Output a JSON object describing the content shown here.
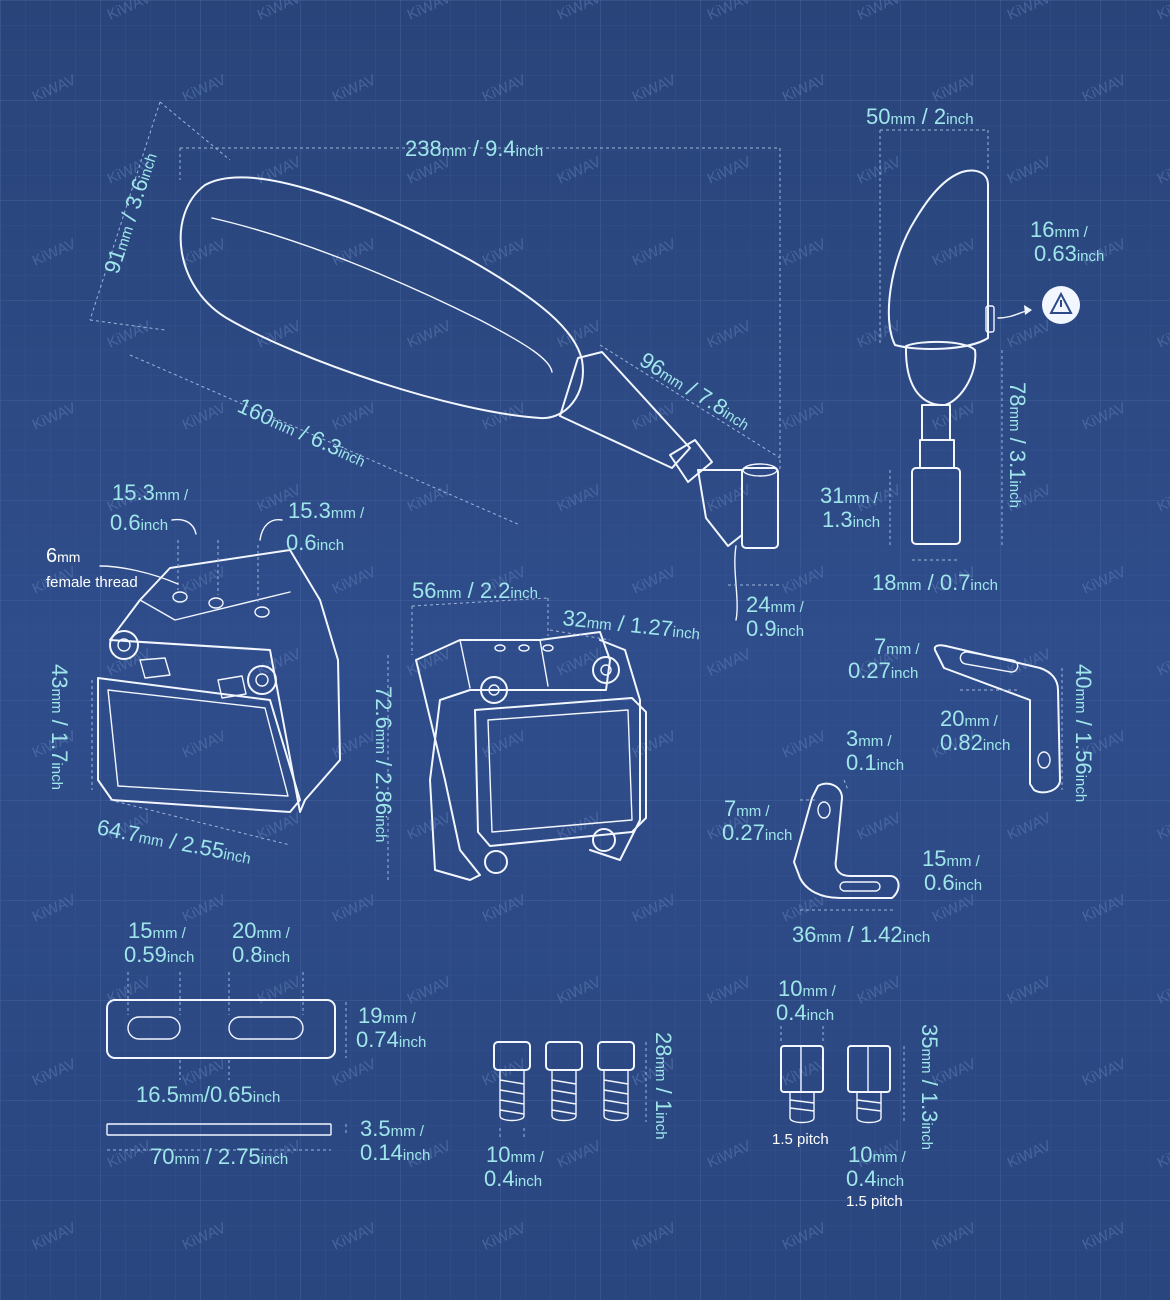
{
  "brand_watermark": "KiWAV",
  "colors": {
    "background": "#2d4a86",
    "grid": "#3d5c98",
    "outline": "#f2f6ff",
    "dimension_text": "#9ee6ea",
    "label_text": "#ffffff",
    "badge": "#f2f6ff"
  },
  "mirror_side": {
    "length": {
      "value": "238",
      "unit": "mm",
      "alt": "9.4",
      "alt_unit": "inch"
    },
    "height": {
      "value": "91",
      "unit": "mm",
      "alt": "3.6",
      "alt_unit": "inch"
    },
    "head_length": {
      "value": "160",
      "unit": "mm",
      "alt": "6.3",
      "alt_unit": "inch"
    },
    "stem_length": {
      "value": "96",
      "unit": "mm",
      "alt": "7.8",
      "alt_unit": "inch"
    },
    "base_width": {
      "value": "24",
      "unit": "mm",
      "alt": "0.9",
      "alt_unit": "inch"
    }
  },
  "mirror_front": {
    "width": {
      "value": "50",
      "unit": "mm",
      "alt": "2",
      "alt_unit": "inch"
    },
    "light": {
      "value": "16",
      "unit": "mm",
      "alt": "0.63",
      "alt_unit": "inch",
      "icon": "warning-icon"
    },
    "height": {
      "value": "78",
      "unit": "mm",
      "alt": "3.1",
      "alt_unit": "inch"
    },
    "base_height": {
      "value": "31",
      "unit": "mm",
      "alt": "1.3",
      "alt_unit": "inch"
    },
    "base_width": {
      "value": "18",
      "unit": "mm",
      "alt": "0.7",
      "alt_unit": "inch"
    }
  },
  "clamp_left": {
    "hole_spacing_a": {
      "value": "15.3",
      "unit": "mm",
      "alt": "0.6",
      "alt_unit": "inch"
    },
    "hole_spacing_b": {
      "value": "15.3",
      "unit": "mm",
      "alt": "0.6",
      "alt_unit": "inch"
    },
    "thread": {
      "value": "6",
      "unit": "mm",
      "label": "female thread"
    },
    "height": {
      "value": "43",
      "unit": "mm",
      "alt": "1.7",
      "alt_unit": "inch"
    },
    "width": {
      "value": "64.7",
      "unit": "mm",
      "alt": "2.55",
      "alt_unit": "inch"
    }
  },
  "clamp_center": {
    "width": {
      "value": "56",
      "unit": "mm",
      "alt": "2.2",
      "alt_unit": "inch"
    },
    "depth": {
      "value": "32",
      "unit": "mm",
      "alt": "1.27",
      "alt_unit": "inch"
    },
    "height": {
      "value": "72.6",
      "unit": "mm",
      "alt": "2.86",
      "alt_unit": "inch"
    }
  },
  "bracket_top": {
    "slot_width": {
      "value": "7",
      "unit": "mm",
      "alt": "0.27",
      "alt_unit": "inch"
    },
    "slot_length": {
      "value": "20",
      "unit": "mm",
      "alt": "0.82",
      "alt_unit": "inch"
    },
    "height": {
      "value": "40",
      "unit": "mm",
      "alt": "1.56",
      "alt_unit": "inch"
    }
  },
  "bracket_bottom": {
    "thickness": {
      "value": "3",
      "unit": "mm",
      "alt": "0.1",
      "alt_unit": "inch"
    },
    "hole": {
      "value": "7",
      "unit": "mm",
      "alt": "0.27",
      "alt_unit": "inch"
    },
    "slot": {
      "value": "15",
      "unit": "mm",
      "alt": "0.6",
      "alt_unit": "inch"
    },
    "length": {
      "value": "36",
      "unit": "mm",
      "alt": "1.42",
      "alt_unit": "inch"
    }
  },
  "plate": {
    "slot_a": {
      "value": "15",
      "unit": "mm",
      "alt": "0.59",
      "alt_unit": "inch"
    },
    "slot_b": {
      "value": "20",
      "unit": "mm",
      "alt": "0.8",
      "alt_unit": "inch"
    },
    "height": {
      "value": "19",
      "unit": "mm",
      "alt": "0.74",
      "alt_unit": "inch"
    },
    "spacing": {
      "value": "16.5",
      "unit": "mm",
      "alt": "0.65",
      "alt_unit": "inch"
    },
    "thickness": {
      "value": "3.5",
      "unit": "mm",
      "alt": "0.14",
      "alt_unit": "inch"
    },
    "length": {
      "value": "70",
      "unit": "mm",
      "alt": "2.75",
      "alt_unit": "inch"
    }
  },
  "bolts": {
    "length": {
      "value": "28",
      "unit": "mm",
      "alt": "1",
      "alt_unit": "inch"
    },
    "diameter": {
      "value": "10",
      "unit": "mm",
      "alt": "0.4",
      "alt_unit": "inch"
    }
  },
  "adapters": {
    "top_width": {
      "value": "10",
      "unit": "mm",
      "alt": "0.4",
      "alt_unit": "inch"
    },
    "height": {
      "value": "35",
      "unit": "mm",
      "alt": "1.3",
      "alt_unit": "inch"
    },
    "pitch_a": "1.5 pitch",
    "bottom_width": {
      "value": "10",
      "unit": "mm",
      "alt": "0.4",
      "alt_unit": "inch"
    },
    "pitch_b": "1.5 pitch"
  }
}
